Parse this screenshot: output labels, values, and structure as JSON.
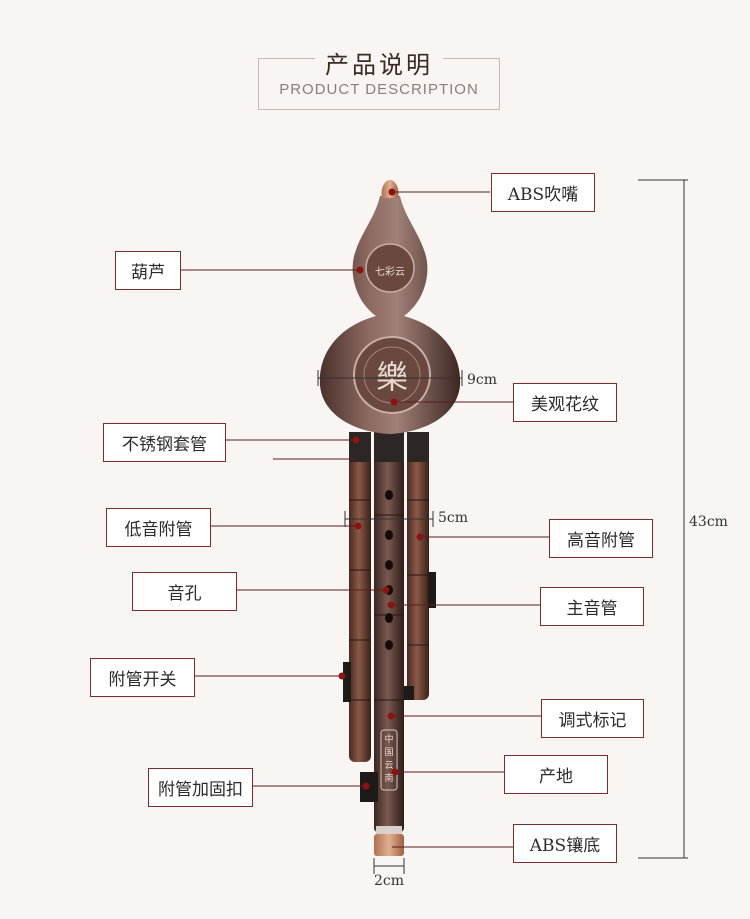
{
  "header": {
    "title": "产品说明",
    "subtitle": "PRODUCT DESCRIPTION"
  },
  "labels": {
    "mouthpiece": "ABS吹嘴",
    "gourd": "葫芦",
    "pattern": "美观花纹",
    "sleeve": "不锈钢套管",
    "bass_pipe": "低音附管",
    "treble_pipe": "高音附管",
    "tone_hole": "音孔",
    "main_pipe": "主音管",
    "switch": "附管开关",
    "key_mark": "调式标记",
    "clasp": "附管加固扣",
    "origin": "产地",
    "base": "ABS镶底"
  },
  "dimensions": {
    "gourd_width": "9cm",
    "pipe_width": "5cm",
    "total_height": "43cm",
    "bottom_width": "2cm"
  },
  "engravings": {
    "top_medallion": "七彩云",
    "big_medallion": "樂",
    "main_pipe_text": "中国云南"
  },
  "colors": {
    "accent": "#7d2d2b",
    "bronze": "#6e4a44",
    "line": "#5a1f1d"
  }
}
